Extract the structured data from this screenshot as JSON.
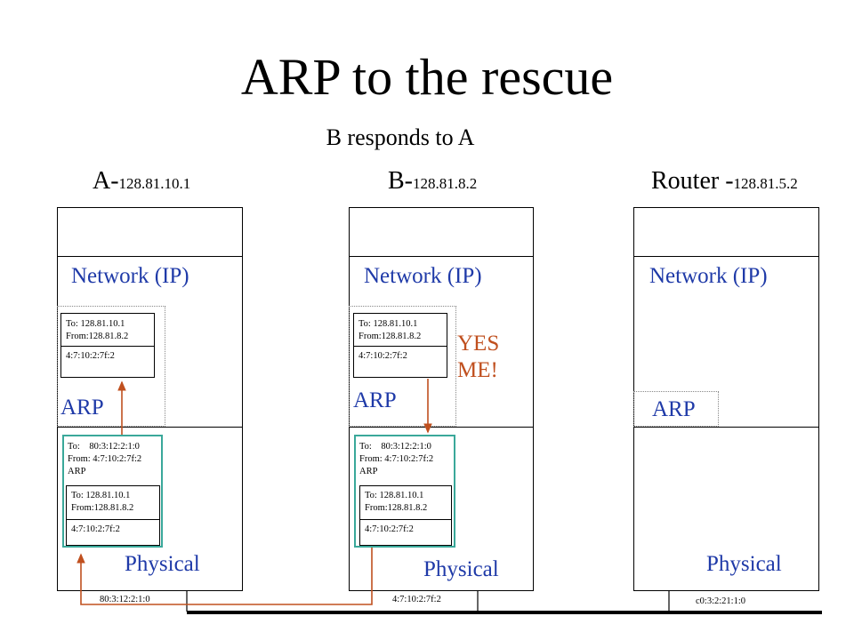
{
  "title": "ARP to the rescue",
  "subtitle": "B responds to A",
  "hosts": [
    {
      "name": "A-",
      "ip": "128.81.10.1",
      "network": "Network (IP)",
      "arp": "ARP",
      "physical": "Physical",
      "mac": "80:3:12:2:1:0"
    },
    {
      "name": "B-",
      "ip": "128.81.8.2",
      "network": "Network (IP)",
      "arp": "ARP",
      "physical": "Physical",
      "mac": "4:7:10:2:7f:2"
    },
    {
      "name": "Router -",
      "ip": "128.81.5.2",
      "network": "Network (IP)",
      "arp": "ARP",
      "physical": "Physical",
      "mac": "c0:3:2:21:1:0"
    }
  ],
  "ip_packet": {
    "to": "To:    128.81.10.1",
    "from": "From:128.81.8.2",
    "payload": "4:7:10:2:7f:2"
  },
  "frame": {
    "to": "To:    80:3:12:2:1:0",
    "from": "From: 4:7:10:2:7f:2",
    "type": "ARP"
  },
  "yes_me": {
    "line1": "YES",
    "line2": "ME!"
  },
  "colors": {
    "layer_text": "#1f3aa8",
    "yes_text": "#c0501f",
    "arrow": "#c0501f",
    "frame_border": "#3aa89a"
  }
}
